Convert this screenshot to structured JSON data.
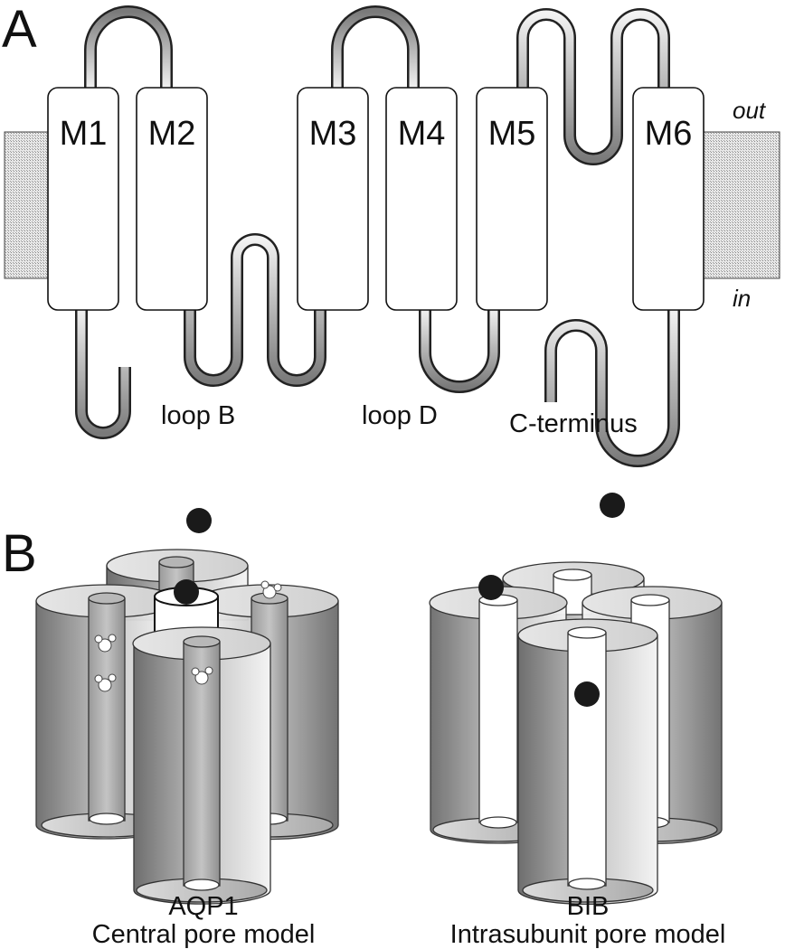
{
  "panel_a": {
    "label": "A",
    "segments": [
      "M1",
      "M2",
      "M3",
      "M4",
      "M5",
      "M6"
    ],
    "side_out": "out",
    "side_in": "in",
    "loop_b": "loop B",
    "loop_d": "loop D",
    "c_terminus": "C-terminus"
  },
  "panel_b": {
    "label": "B",
    "left_model": {
      "name": "AQP1",
      "subtitle": "Central pore model"
    },
    "right_model": {
      "name": "BIB",
      "subtitle": "Intrasubunit pore model"
    }
  }
}
